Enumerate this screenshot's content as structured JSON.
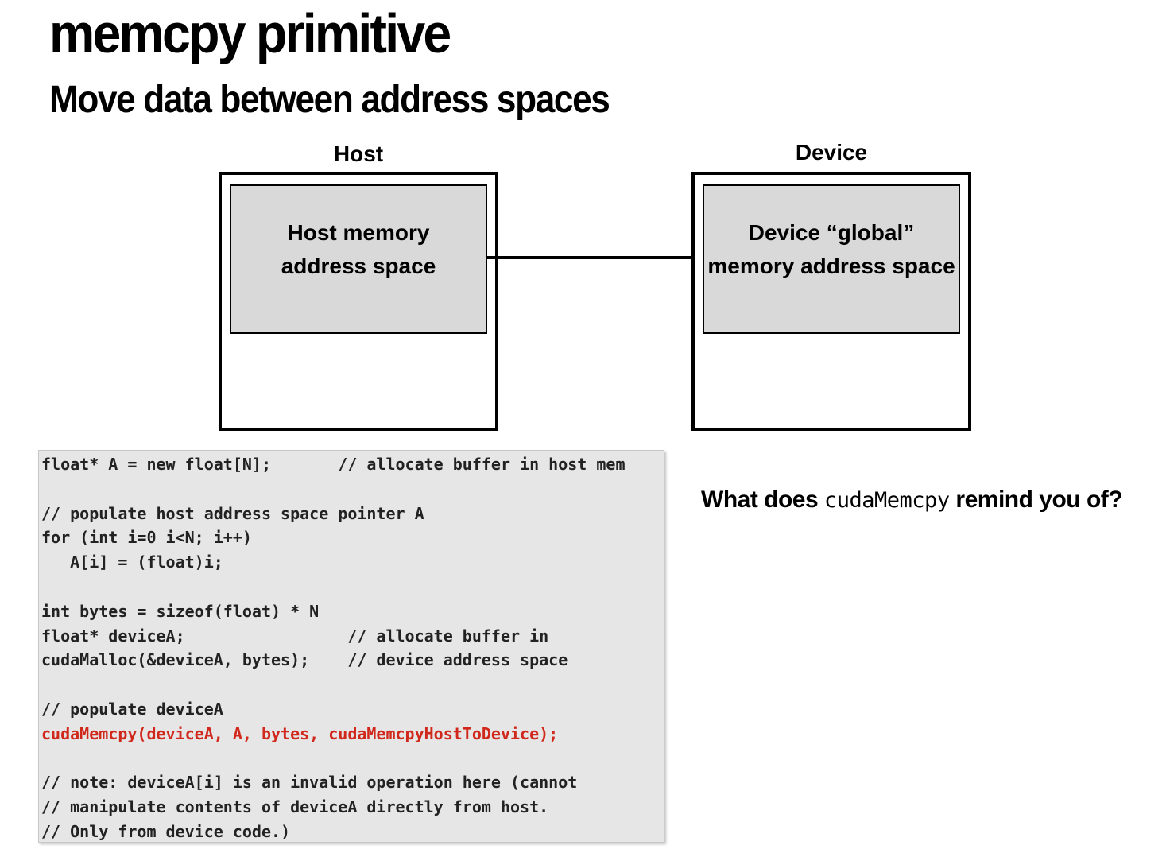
{
  "slide": {
    "title": "memcpy primitive",
    "subtitle": "Move data between address spaces"
  },
  "diagram": {
    "host": {
      "label": "Host",
      "inner_lines": [
        "Host memory",
        "address space"
      ]
    },
    "device": {
      "label": "Device",
      "inner_lines": [
        "Device “global”",
        "memory address space"
      ]
    }
  },
  "code": {
    "lines": [
      "float* A = new float[N];       // allocate buffer in host mem",
      "",
      "// populate host address space pointer A",
      "for (int i=0 i<N; i++)",
      "   A[i] = (float)i;",
      "",
      "int bytes = sizeof(float) * N",
      "float* deviceA;                 // allocate buffer in",
      "cudaMalloc(&deviceA, bytes);    // device address space",
      "",
      "// populate deviceA",
      "cudaMemcpy(deviceA, A, bytes, cudaMemcpyHostToDevice);",
      "",
      "// note: deviceA[i] is an invalid operation here (cannot",
      "// manipulate contents of deviceA directly from host.",
      "// Only from device code.)"
    ],
    "highlight_line": 11,
    "highlight_color": "#d1281c"
  },
  "question": {
    "prefix": "What does ",
    "code": "cudaMemcpy",
    "suffix": " remind you of?"
  }
}
